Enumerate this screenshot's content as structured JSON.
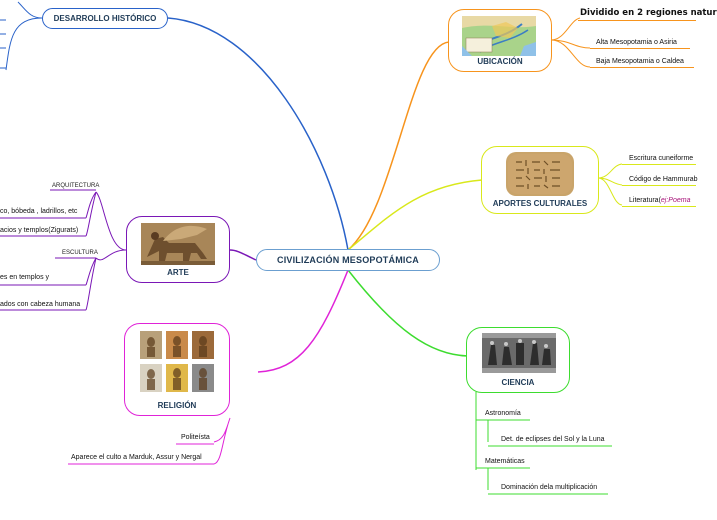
{
  "center": {
    "title": "CIVILIZACIÓN MESOPOTÁMICA"
  },
  "colors": {
    "historico": "#2962c9",
    "ubicacion": "#f7941d",
    "aportes": "#d9e81b",
    "ciencia": "#3ddc2f",
    "religion": "#e023d8",
    "arte": "#7a17b6",
    "center_border": "#6b9fd0"
  },
  "branches": {
    "historico": {
      "label": "DESARROLLO HISTÓRICO"
    },
    "ubicacion": {
      "label": "UBICACIÓN",
      "image": "map-of-mesopotamia",
      "heading": "Dividido en 2 regiones natur",
      "items": [
        "Alta Mesopotamia o Asiria",
        "Baja Mesopotamia o Caldea"
      ]
    },
    "aportes": {
      "label": "APORTES CULTURALES",
      "image": "cuneiform-clay-tablet",
      "items": [
        "Escritura cuneiforme",
        "Código de Hammurab"
      ],
      "literature_prefix": "Literatura(",
      "literature_example": "ej:Poema"
    },
    "ciencia": {
      "label": "CIENCIA",
      "image": "cylinder-seal-relief",
      "items": [
        {
          "text": "Astronomía",
          "child": "Det. de eclipses del Sol y la Luna"
        },
        {
          "text": "Matemáticas",
          "child": "Dominación dela multiplicación"
        }
      ]
    },
    "religion": {
      "label": "RELIGIÓN",
      "image": "mesopotamian-deities-grid",
      "items": [
        "Politeísta",
        "Aparece el culto a Marduk, Assur  y Nergal"
      ]
    },
    "arte": {
      "label": "ARTE",
      "image": "lamassu-winged-bull",
      "arquitectura": {
        "label": "ARQUITECTURA",
        "items": [
          "co, bóbeda , ladrillos, etc",
          "acios y templos(Zigurats)"
        ]
      },
      "escultura": {
        "label": "ESCULTURA",
        "items": [
          "es  en templos y",
          "ados con cabeza humana"
        ]
      }
    }
  }
}
